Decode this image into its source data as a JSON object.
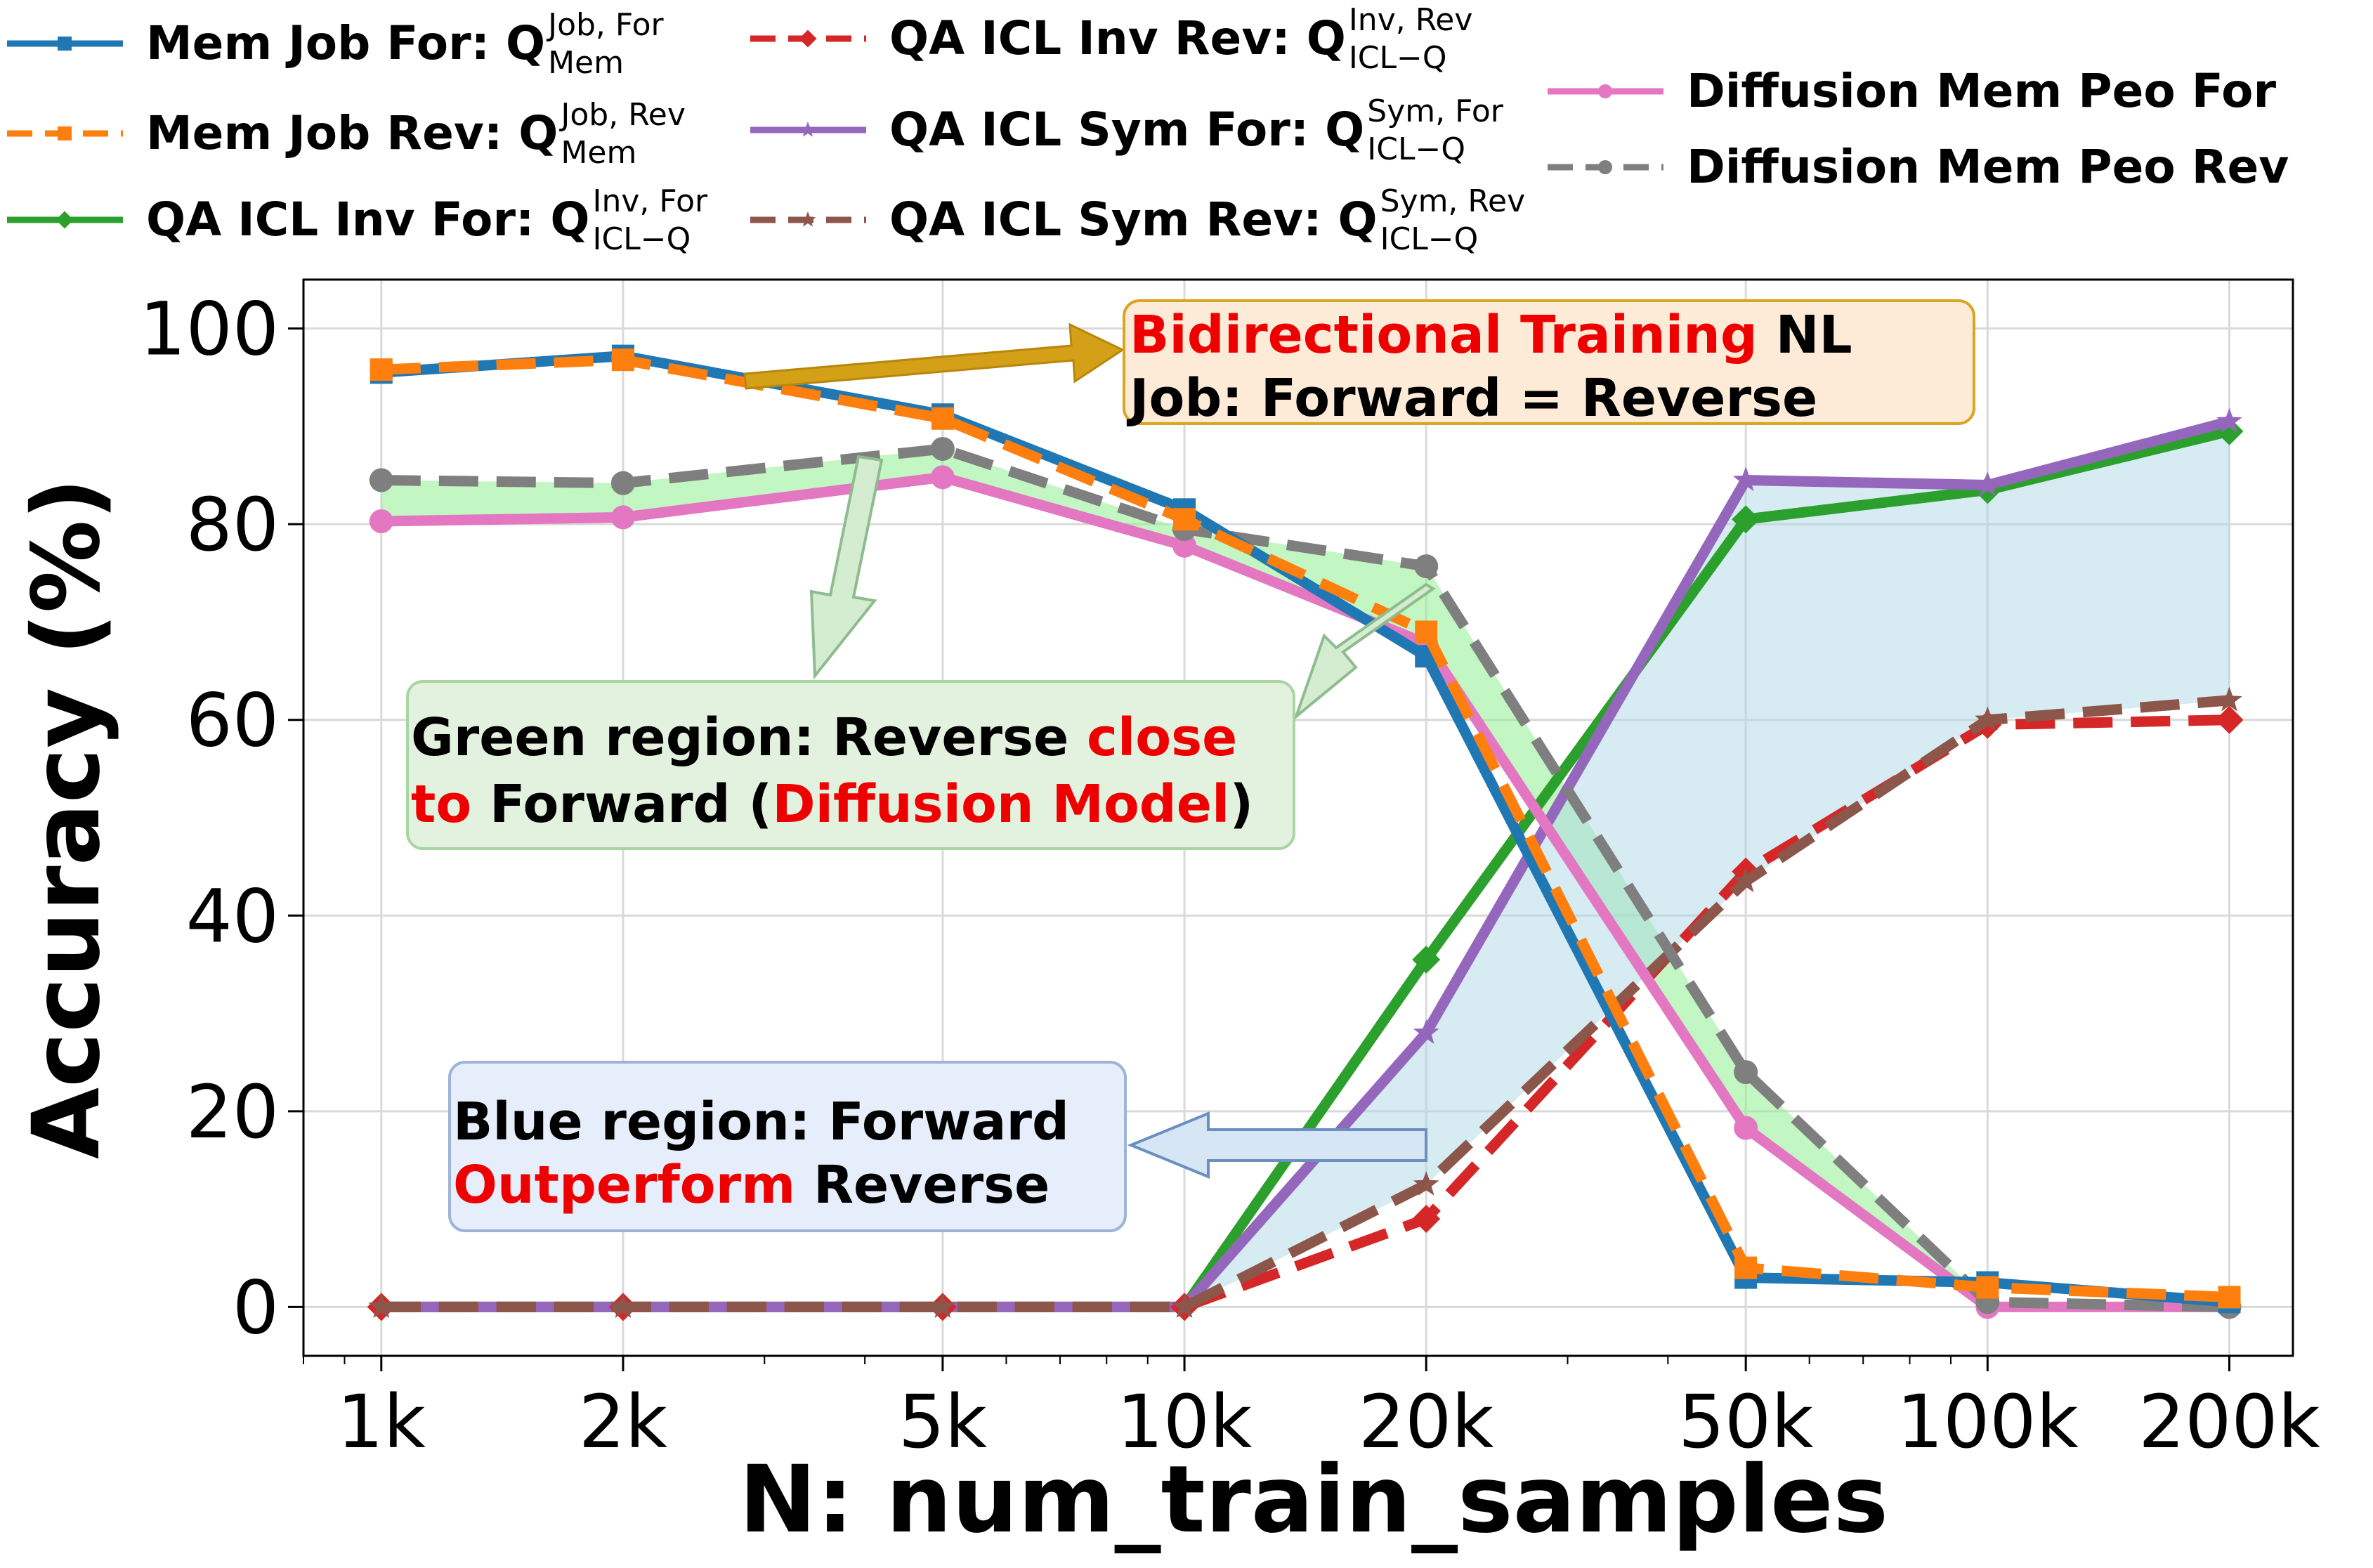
{
  "chart_data": {
    "type": "line",
    "xlabel": "N: num_train_samples",
    "ylabel": "Accuracy (%)",
    "xscale": "log",
    "xlim": [
      800,
      240000
    ],
    "ylim": [
      -5,
      105
    ],
    "grid": true,
    "x": [
      1000,
      2000,
      5000,
      10000,
      20000,
      50000,
      100000,
      200000
    ],
    "x_tick_labels": [
      "1k",
      "2k",
      "5k",
      "10k",
      "20k",
      "50k",
      "100k",
      "200k"
    ],
    "y_ticks": [
      0,
      20,
      40,
      60,
      80,
      100
    ],
    "y_tick_labels": [
      "0",
      "20",
      "40",
      "60",
      "80",
      "100"
    ],
    "series": [
      {
        "key": "mem_job_for",
        "label_prefix": "Mem Job For: Q",
        "sup": "Job, For",
        "sub": "Mem",
        "color": "#1f77b4",
        "dash": "solid",
        "marker": "square",
        "values": [
          95.5,
          97.2,
          91.2,
          81.5,
          66.5,
          3.0,
          2.5,
          0.5
        ]
      },
      {
        "key": "mem_job_rev",
        "label_prefix": "Mem Job Rev: Q",
        "sup": "Job, Rev",
        "sub": "Mem",
        "color": "#ff7f0e",
        "dash": "dashed",
        "marker": "square",
        "values": [
          95.8,
          96.8,
          90.8,
          80.5,
          69.0,
          4.0,
          2.0,
          1.0
        ]
      },
      {
        "key": "qa_icl_inv_for",
        "label_prefix": "QA ICL Inv For: Q",
        "sup": "Inv, For",
        "sub": "ICL−Q",
        "color": "#2ca02c",
        "dash": "solid",
        "marker": "diamond",
        "values": [
          0,
          0,
          0,
          0,
          35.5,
          80.5,
          83.5,
          89.5
        ]
      },
      {
        "key": "qa_icl_inv_rev",
        "label_prefix": "QA ICL Inv Rev: Q",
        "sup": "Inv, Rev",
        "sub": "ICL−Q",
        "color": "#d62728",
        "dash": "dashed",
        "marker": "diamond",
        "values": [
          0,
          0,
          0,
          0,
          9.0,
          44.5,
          59.5,
          60.0
        ]
      },
      {
        "key": "qa_icl_sym_for",
        "label_prefix": "QA ICL Sym For: Q",
        "sup": "Sym, For",
        "sub": "ICL−Q",
        "color": "#9467bd",
        "dash": "solid",
        "marker": "star",
        "values": [
          0,
          0,
          0,
          0,
          28.0,
          84.5,
          84.0,
          90.5
        ]
      },
      {
        "key": "qa_icl_sym_rev",
        "label_prefix": "QA ICL Sym Rev: Q",
        "sup": "Sym, Rev",
        "sub": "ICL−Q",
        "color": "#8c564b",
        "dash": "dashed",
        "marker": "star",
        "values": [
          0,
          0,
          0,
          0,
          12.5,
          43.5,
          60.0,
          62.0
        ]
      },
      {
        "key": "diff_mem_peo_for",
        "label": "Diffusion Mem Peo For",
        "color": "#e377c2",
        "dash": "solid",
        "marker": "circle",
        "values": [
          80.3,
          80.7,
          84.8,
          77.8,
          67.8,
          18.3,
          0,
          0
        ]
      },
      {
        "key": "diff_mem_peo_rev",
        "label": "Diffusion Mem Peo Rev",
        "color": "#7f7f7f",
        "dash": "dashed",
        "marker": "circle",
        "values": [
          84.5,
          84.2,
          87.7,
          79.5,
          75.7,
          24.0,
          0.5,
          0
        ]
      }
    ],
    "shaded_regions": [
      {
        "name": "green",
        "color": "#90ee90",
        "between": [
          "diff_mem_peo_for",
          "diff_mem_peo_rev"
        ]
      },
      {
        "name": "blue",
        "color": "#add8e6",
        "between": [
          "qa_icl_sym_for",
          "qa_icl_sym_rev"
        ],
        "from_index": 3
      }
    ],
    "annotations": {
      "bidirectional": {
        "line1": [
          {
            "text": "Bidirectional Training",
            "red": true
          },
          {
            "text": " NL",
            "red": false
          }
        ],
        "line2": [
          {
            "text": "Job: Forward = Reverse",
            "red": false
          }
        ]
      },
      "green_region": {
        "line1": [
          {
            "text": "Green region: Reverse ",
            "red": false
          },
          {
            "text": "close",
            "red": true
          }
        ],
        "line2": [
          {
            "text": "to",
            "red": true
          },
          {
            "text": " Forward (",
            "red": false
          },
          {
            "text": "Diffusion Model",
            "red": true
          },
          {
            "text": ")",
            "red": false
          }
        ]
      },
      "blue_region": {
        "line1": [
          {
            "text": "Blue region: Forward",
            "red": false
          }
        ],
        "line2": [
          {
            "text": "Outperform",
            "red": true
          },
          {
            "text": " Reverse",
            "red": false
          }
        ]
      }
    }
  }
}
